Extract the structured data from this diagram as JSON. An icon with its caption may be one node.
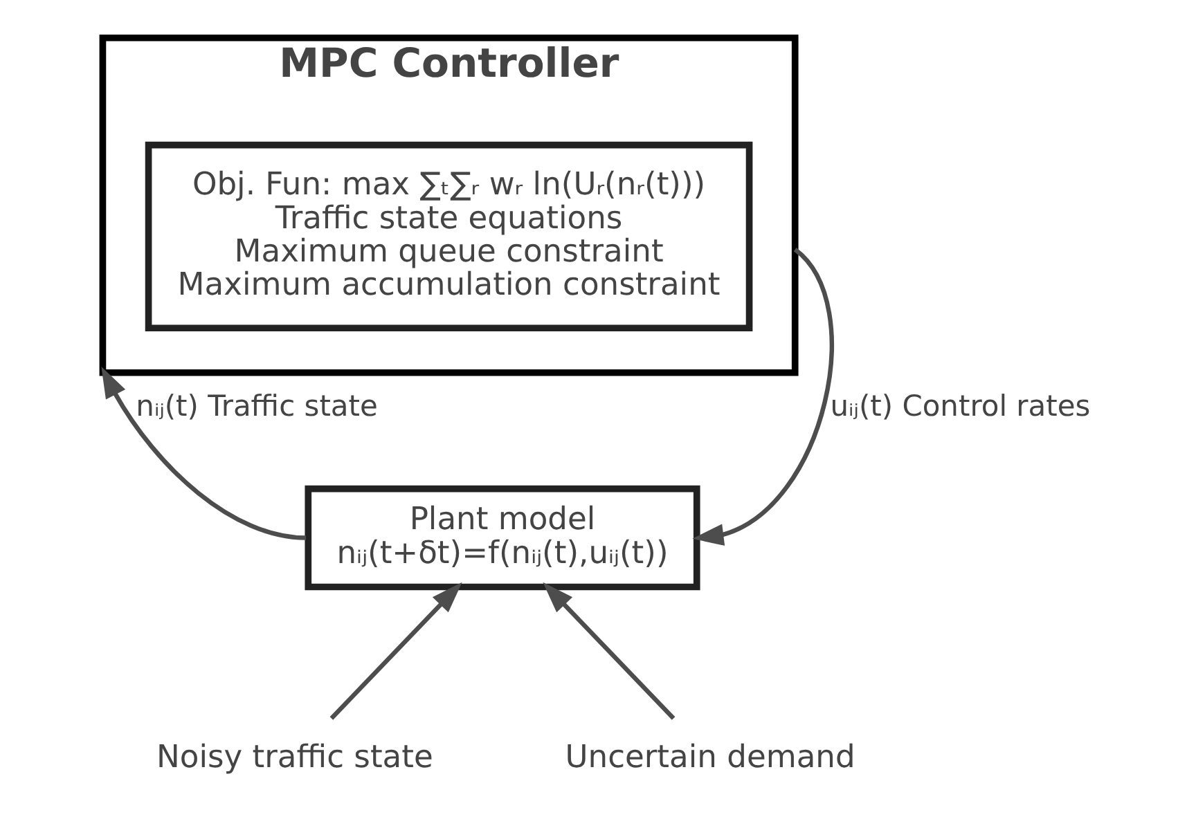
{
  "diagram": {
    "nodes": [
      {
        "text": [
          "MPC Controller"
        ]
      },
      {
        "text": [
          "Obj. Fun: max ∑ₜ∑ᵣ wᵣ ln(Uᵣ(nᵣ(t)))",
          "Traffic state equations",
          "Maximum queue constraint",
          "Maximum accumulation constraint"
        ],
        "in": 0
      },
      {
        "text": [
          "Plant model",
          "nᵢⱼ(t+δt)=f(nᵢⱼ(t),uᵢⱼ(t))"
        ]
      },
      {
        "text": [
          "Noisy traffic state"
        ]
      },
      {
        "text": [
          "Uncertain demand"
        ]
      }
    ],
    "edges": [
      {
        "from": 2,
        "to": 0,
        "arrow": "to",
        "label": "nᵢⱼ(t) Traffic state"
      },
      {
        "from": 0,
        "to": 2,
        "arrow": "to",
        "label": "uᵢⱼ(t) Control rates"
      },
      {
        "from": 3,
        "to": 2,
        "arrow": "to"
      },
      {
        "from": 4,
        "to": 2,
        "arrow": "to"
      }
    ]
  }
}
